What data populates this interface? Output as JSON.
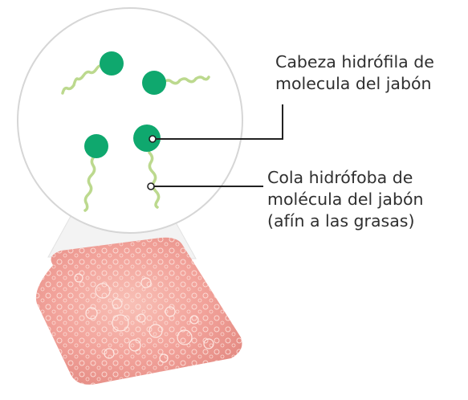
{
  "labels": {
    "head": {
      "line1": "Cabeza hidrófila de",
      "line2": "molecula del jabón"
    },
    "tail": {
      "line1": "Cola hidrófoba de",
      "line2": "molécula del jabón",
      "line3": "(afín a las grasas)"
    }
  },
  "colors": {
    "head": "#0fa86e",
    "tail": "#bcd98e",
    "soap": "#f2a39b",
    "leader_line": "#222222",
    "magnifier_border": "#d6d6d6"
  },
  "molecule_count": 4
}
